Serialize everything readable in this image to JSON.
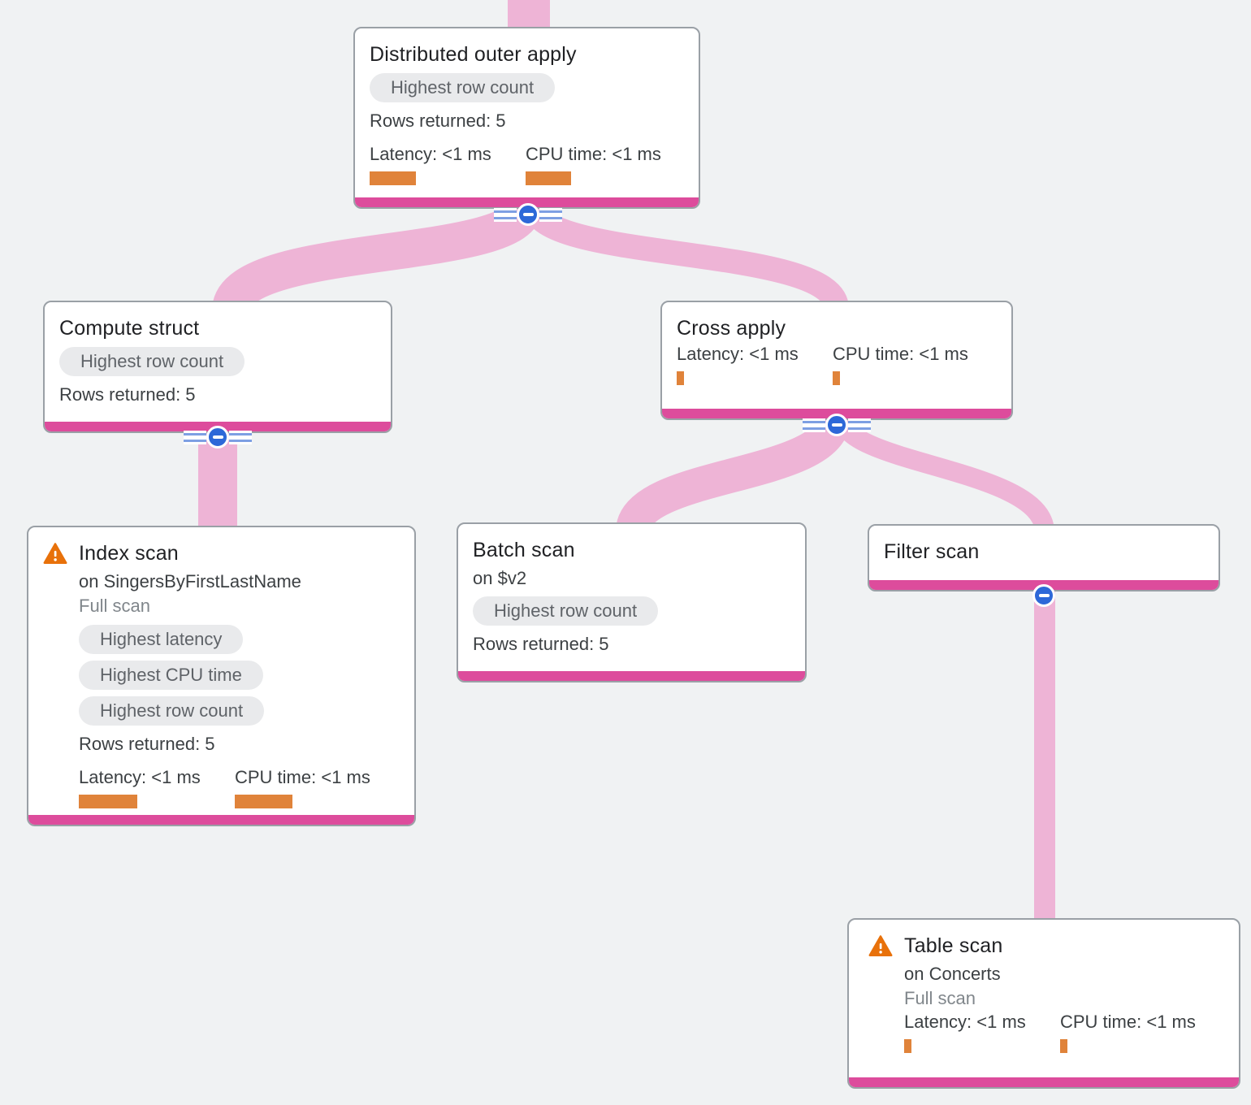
{
  "diagram": "query-execution-plan-tree",
  "colors": {
    "background": "#f0f2f3",
    "link_pink": "#eeb4d6",
    "node_bottom_bar_pink": "#dd4c9c",
    "metric_bar_orange": "#e0833a",
    "collapse_button_blue": "#2d68d8",
    "warning_orange": "#e8710a",
    "chip_background": "#e9eaec"
  },
  "nodes": {
    "distributed_outer_apply": {
      "title": "Distributed outer apply",
      "chips": [
        "Highest row count"
      ],
      "rows_returned": "Rows returned: 5",
      "latency_label": "Latency: <1 ms",
      "cpu_label": "CPU time: <1 ms"
    },
    "compute_struct": {
      "title": "Compute struct",
      "chips": [
        "Highest row count"
      ],
      "rows_returned": "Rows returned: 5"
    },
    "cross_apply": {
      "title": "Cross apply",
      "latency_label": "Latency: <1 ms",
      "cpu_label": "CPU time: <1 ms"
    },
    "index_scan": {
      "title": "Index scan",
      "subtitle": "on SingersByFirstLastName",
      "scan_type": "Full scan",
      "chips": [
        "Highest latency",
        "Highest CPU time",
        "Highest row count"
      ],
      "rows_returned": "Rows returned: 5",
      "latency_label": "Latency: <1 ms",
      "cpu_label": "CPU time: <1 ms"
    },
    "batch_scan": {
      "title": "Batch scan",
      "subtitle": "on $v2",
      "chips": [
        "Highest row count"
      ],
      "rows_returned": "Rows returned: 5"
    },
    "filter_scan": {
      "title": "Filter scan"
    },
    "table_scan": {
      "title": "Table scan",
      "subtitle": "on Concerts",
      "scan_type": "Full scan",
      "latency_label": "Latency: <1 ms",
      "cpu_label": "CPU time: <1 ms"
    }
  }
}
